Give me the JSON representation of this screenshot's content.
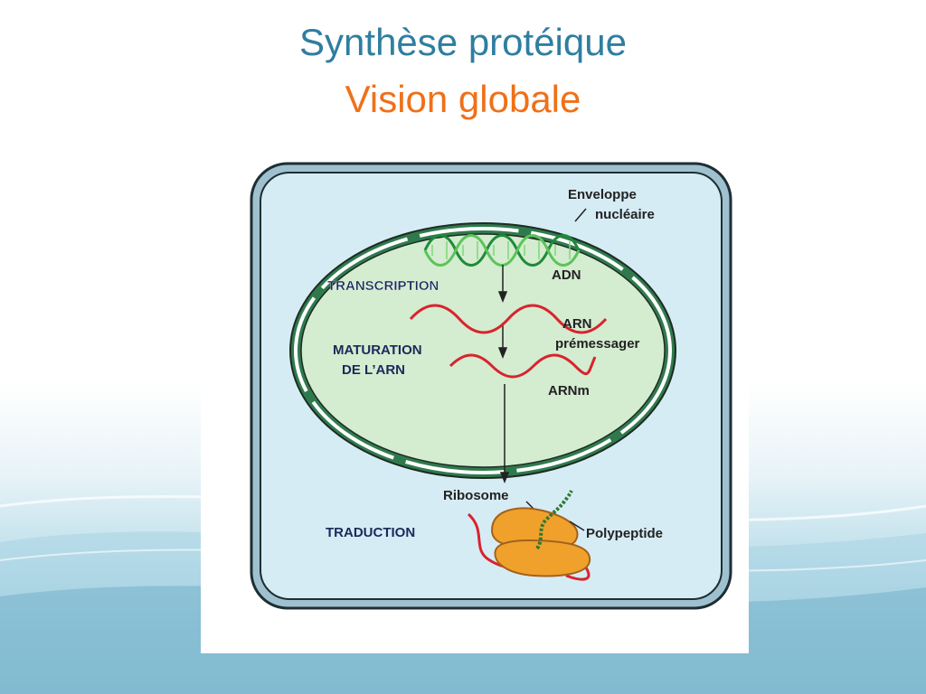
{
  "slide": {
    "title": "Synthèse protéique",
    "subtitle": "Vision globale",
    "colors": {
      "title": "#2f7ea0",
      "subtitle": "#f07018",
      "cytoplasm": "#d6ecf5",
      "nucleus": "#d4ecd0",
      "membrane_green": "#2f7a4d",
      "dna": "#45b24a",
      "rna": "#d9232e",
      "ribosome": "#f0a12c"
    }
  },
  "diagram": {
    "labels": {
      "envelope_line1": "Enveloppe",
      "envelope_line2": "nucléaire",
      "adn": "ADN",
      "arn_line1": "ARN",
      "arn_line2": "prémessager",
      "arnm": "ARNm",
      "ribosome": "Ribosome",
      "polypeptide": "Polypeptide"
    },
    "steps": {
      "transcription": "TRANSCRIPTION",
      "maturation_line1": "MATURATION",
      "maturation_line2": "DE L’ARN",
      "traduction": "TRADUCTION"
    }
  }
}
